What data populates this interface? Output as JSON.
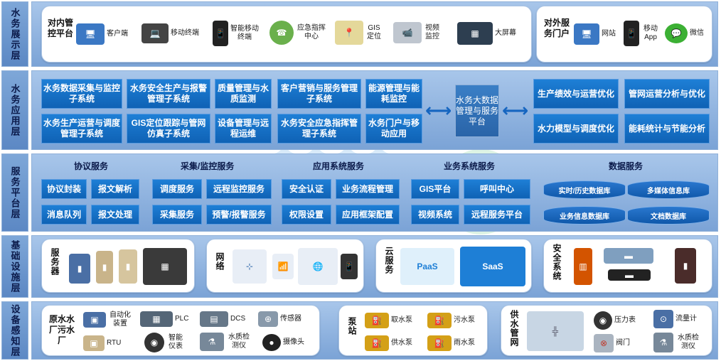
{
  "layers": {
    "display": "水务展示层",
    "application": "水务应用层",
    "service": "服务平台层",
    "infrastructure": "基础设施层",
    "perception": "设备感知层"
  },
  "display": {
    "internal_title": "对内管控平台",
    "internal_items": [
      "客户端",
      "移动终端",
      "智能移动终端",
      "应急指挥中心",
      "GIS定位",
      "视频监控",
      "大屏幕"
    ],
    "external_title": "对外服务门户",
    "external_items": [
      "网站",
      "移动App",
      "微信"
    ]
  },
  "application": {
    "left_modules": [
      "水务数据采集与监控子系统",
      "水务安全生产与报警管理子系统",
      "质量管理与水质监测",
      "客户营销与服务管理子系统",
      "能源管理与能耗监控",
      "水务生产运营与调度管理子系统",
      "GIS定位跟踪与管网仿真子系统",
      "设备管理与远程运维",
      "水务安全应急指挥管理子系统",
      "水务门户与移动应用"
    ],
    "center": "水务大数据管理与服务平台",
    "right_modules": [
      "生产绩效与运营优化",
      "管网运营分析与优化",
      "水力模型与调度优化",
      "能耗统计与节能分析"
    ]
  },
  "service": {
    "groups": [
      "协议服务",
      "采集/监控服务",
      "应用系统服务",
      "业务系统服务",
      "数据服务"
    ],
    "protocol": [
      "协议封装",
      "报文解析",
      "消息队列",
      "报文处理"
    ],
    "collect": [
      "调度服务",
      "远程监控服务",
      "采集服务",
      "预警/报警服务"
    ],
    "app": [
      "安全认证",
      "业务流程管理",
      "权限设置",
      "应用框架配置"
    ],
    "biz": [
      "GIS平台",
      "呼叫中心",
      "视频系统",
      "远程服务平台"
    ],
    "data": [
      "实时/历史数据库",
      "多媒体信息库",
      "业务信息数据库",
      "文档数据库"
    ]
  },
  "infrastructure": {
    "server": "服务器",
    "network": "网络",
    "cloud": "云服务",
    "cloud_badges": [
      "PaaS",
      "SaaS"
    ],
    "security": "安全系统"
  },
  "perception": {
    "plant_title": "原水水厂污水厂",
    "plant_items": [
      "自动化装置",
      "PLC",
      "DCS",
      "传感器",
      "RTU",
      "智能仪表",
      "水质检测仪",
      "摄像头"
    ],
    "pump_title": "泵站",
    "pump_items": [
      "取水泵",
      "污水泵",
      "供水泵",
      "雨水泵"
    ],
    "pipe_title": "供水管网",
    "pipe_items": [
      "压力表",
      "流量计",
      "阀门",
      "水质检测仪"
    ]
  },
  "colors": {
    "accent": "#0f62b5",
    "layer": "#7ba3d6"
  }
}
